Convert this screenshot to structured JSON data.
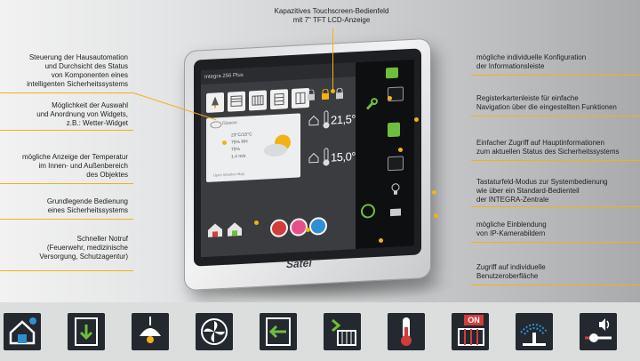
{
  "callouts": {
    "top_center": "Kapazitives Touchscreen-Bedienfeld\nmit 7\" TFT LCD-Anzeige",
    "left_1": "Steuerung der Hausautomation\nund Durchsicht des Status\nvon Komponenten eines\nintelligenten Sicherheitssystems",
    "left_2": "Möglichkeit der Auswahl\nund Anordnung von Widgets,\nz.B.: Wetter-Widget",
    "left_3": "mögliche Anzeige der Temperatur\nim Innen- und Außenbereich\ndes Objektes",
    "left_4": "Grundlegende Bedienung\neines Sicherheitssystems",
    "left_5": "Schneller Notruf\n(Feuerwehr, medizinische\nVersorgung, Schutzagentur)",
    "right_1": "mögliche individuelle Konfiguration\nder Informationsleiste",
    "right_2": "Registerkartenleiste für einfache\nNavigation über die eingestellten Funktionen",
    "right_3": "Einfacher Zugriff auf Hauptinformationen\nzum aktuellen Status des Sicherheitssystems",
    "right_4": "Tastaturfeld-Modus zur Systembedienung\nwie über ein Standard-Bedienteil\nder INTEGRA-Zentrale",
    "right_5": "mögliche Einblendung\nvon IP-Kamerabildern",
    "right_6": "Zugriff auf individuelle\nBenutzeroberfläche"
  },
  "screen": {
    "topbar_title": "Integra 256 Plus",
    "widget_title": "Glasow",
    "widget_lines": [
      "23°C/15°C",
      "75% RH",
      "75%",
      "1.4 m/s"
    ],
    "widget_footer": "Open Weather Map",
    "temp_indoor": "21,5°C",
    "temp_outdoor": "15,0°C",
    "brand": "Satel"
  },
  "colors": {
    "accent": "#f2b215",
    "icon_tile": "#23292f",
    "screen_green": "#6fbe3d"
  },
  "icon_bar": [
    "house-moon-icon",
    "blind-down-icon",
    "ceiling-lamp-icon",
    "ventilation-fan-icon",
    "gate-open-icon",
    "heater-up-icon",
    "thermometer-icon",
    "heater-on-icon",
    "sprinkler-icon",
    "volume-slider-icon"
  ],
  "icon_bar_text": {
    "on_badge": "ON"
  }
}
